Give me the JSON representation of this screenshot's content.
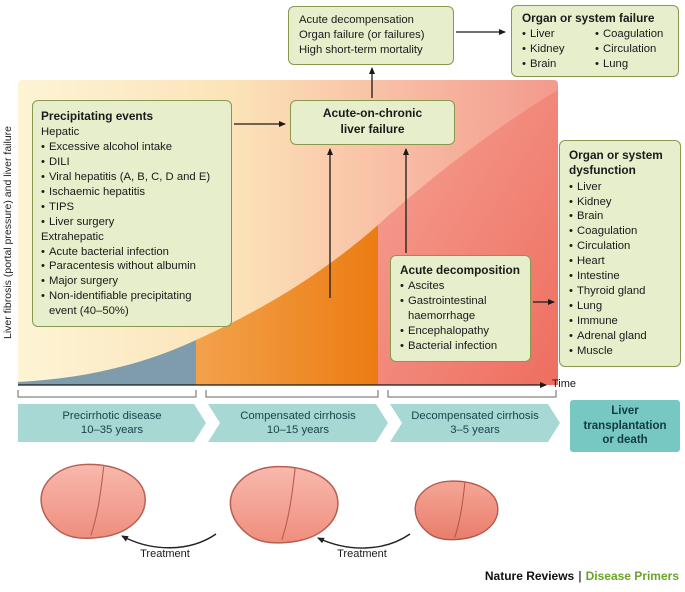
{
  "colors": {
    "box_bg": "#e6eecb",
    "box_border": "#88994f",
    "teal_fill": "#a7d8d4",
    "teal_strong": "#77c8c3",
    "teal_text": "#17444a",
    "orange": "#ee8418",
    "gray_blue": "#7e9cab",
    "salmon": "#f0796a",
    "brand_green": "#6aa426",
    "text": "#1a1a1a"
  },
  "top": {
    "outcome_box": {
      "lines": [
        "Acute decompensation",
        "Organ failure (or failures)",
        "High short-term mortality"
      ]
    },
    "organ_failure_box": {
      "title": "Organ or system failure",
      "col1": [
        "Liver",
        "Kidney",
        "Brain"
      ],
      "col2": [
        "Coagulation",
        "Circulation",
        "Lung"
      ]
    }
  },
  "axis": {
    "y_label": "Liver fibrosis (portal pressure) and liver failure",
    "time_label": "Time"
  },
  "boxes": {
    "precipitating": {
      "title": "Precipitating events",
      "hepatic_heading": "Hepatic",
      "hepatic_items": [
        "Excessive alcohol intake",
        "DILI",
        "Viral hepatitis (A, B, C, D and E)",
        "Ischaemic hepatitis",
        "TIPS",
        "Liver surgery"
      ],
      "extrahepatic_heading": "Extrahepatic",
      "extrahepatic_items": [
        "Acute bacterial infection",
        "Paracentesis without albumin",
        "Major surgery",
        "Non-identifiable precipitating event (40–50%)"
      ]
    },
    "aclf": {
      "lines": [
        "Acute-on-chronic",
        "liver failure"
      ]
    },
    "acute_decomposition": {
      "title": "Acute decomposition",
      "items": [
        "Ascites",
        "Gastrointestinal haemorrhage",
        "Encephalopathy",
        "Bacterial infection"
      ]
    },
    "organ_dysfunction": {
      "title": "Organ or system dysfunction",
      "items": [
        "Liver",
        "Kidney",
        "Brain",
        "Coagulation",
        "Circulation",
        "Heart",
        "Intestine",
        "Thyroid gland",
        "Lung",
        "Immune",
        "Adrenal gland",
        "Muscle"
      ]
    }
  },
  "stages": [
    {
      "name": "Precirrhotic disease",
      "duration": "10–35 years"
    },
    {
      "name": "Compensated cirrhosis",
      "duration": "10–15 years"
    },
    {
      "name": "Decompensated cirrhosis",
      "duration": "3–5 years"
    }
  ],
  "transplant_box": {
    "lines": [
      "Liver",
      "transplantation",
      "or death"
    ]
  },
  "treatment_labels": [
    "Treatment",
    "Treatment"
  ],
  "footer": {
    "brand": "Nature Reviews",
    "separator": "|",
    "series": "Disease Primers"
  }
}
